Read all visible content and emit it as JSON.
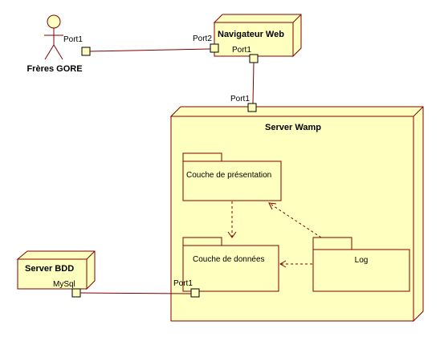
{
  "actor": {
    "name": "Frères GORE",
    "port": "Port1"
  },
  "nodes": {
    "navigateur": {
      "title": "Navigateur Web",
      "port_left": "Port2",
      "port_bottom": "Port1"
    },
    "wamp": {
      "title": "Server Wamp",
      "port_top": "Port1"
    },
    "bdd": {
      "title": "Server BDD",
      "port": "MySql"
    }
  },
  "packages": {
    "presentation": "Couche de présentation",
    "donnees": "Couche de données",
    "log": "Log"
  },
  "donnees_port": "Port1",
  "colors": {
    "fill": "#FFFFC0",
    "stroke": "#800000"
  }
}
